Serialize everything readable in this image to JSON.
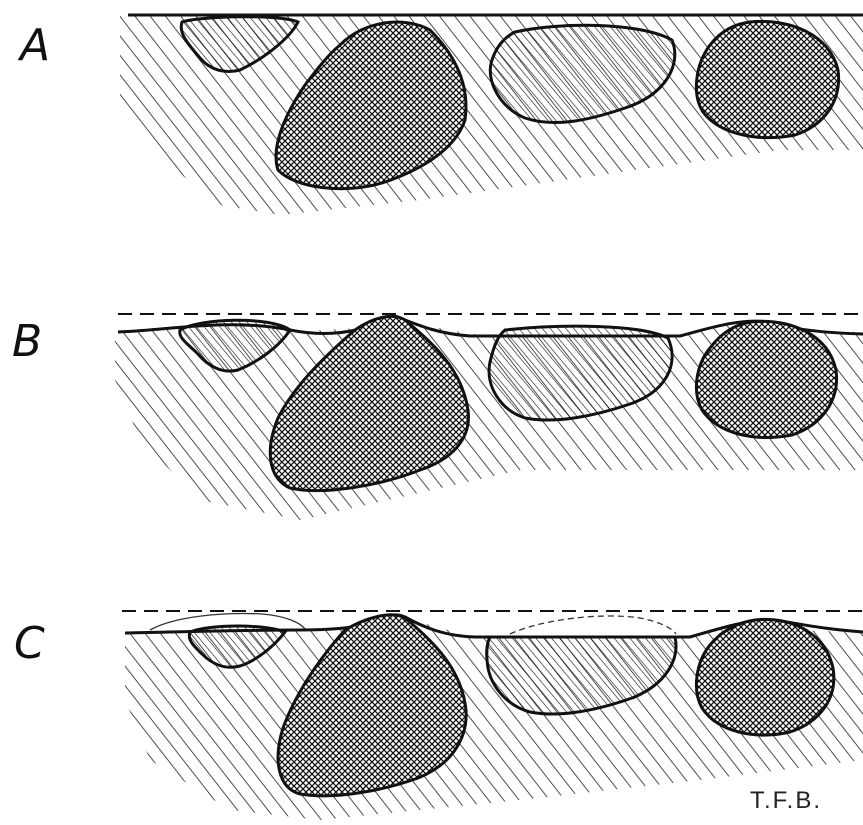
{
  "figure": {
    "panels": [
      {
        "id": "A",
        "label": "A"
      },
      {
        "id": "B",
        "label": "B"
      },
      {
        "id": "C",
        "label": "C"
      }
    ],
    "initials": "T.F.B."
  }
}
